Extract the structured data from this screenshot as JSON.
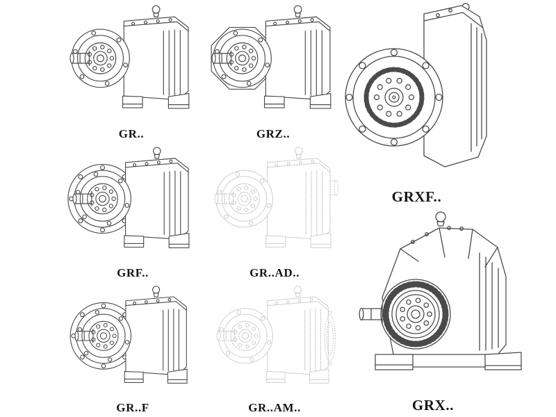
{
  "page": {
    "kind": "gear-reducer-model-catalog",
    "background": "#ffffff",
    "line_color": "#4a4a4a",
    "ghost_line_color": "#c9c9c9",
    "label_color": "#141414"
  },
  "figures": [
    {
      "id": "gr",
      "label": "GR..",
      "appearance": "solid",
      "drawing": "helical-gear-reducer-foot-mounted-side-view"
    },
    {
      "id": "grz",
      "label": "GRZ..",
      "appearance": "solid",
      "drawing": "helical-gear-reducer-foot-mounted-octagon-housing"
    },
    {
      "id": "grxf",
      "label": "GRXF..",
      "appearance": "solid",
      "drawing": "flange-mounted-gear-reducer-front-view"
    },
    {
      "id": "grf",
      "label": "GRF..",
      "appearance": "solid",
      "drawing": "flange-gear-reducer-side-view"
    },
    {
      "id": "grad",
      "label": "GR..AD..",
      "appearance": "ghost-dotted",
      "drawing": "gear-reducer-with-input-shaft-adapter"
    },
    {
      "id": "grfoot",
      "label": "GR..F",
      "appearance": "solid",
      "drawing": "flange-gear-reducer-foot-mounted-side-view"
    },
    {
      "id": "gram",
      "label": "GR..AM..",
      "appearance": "ghost-dotted",
      "drawing": "gear-reducer-with-motor-adapter-flange"
    },
    {
      "id": "grx",
      "label": "GRX..",
      "appearance": "solid",
      "drawing": "large-helical-gear-reducer-finned-housing-side-view"
    }
  ]
}
